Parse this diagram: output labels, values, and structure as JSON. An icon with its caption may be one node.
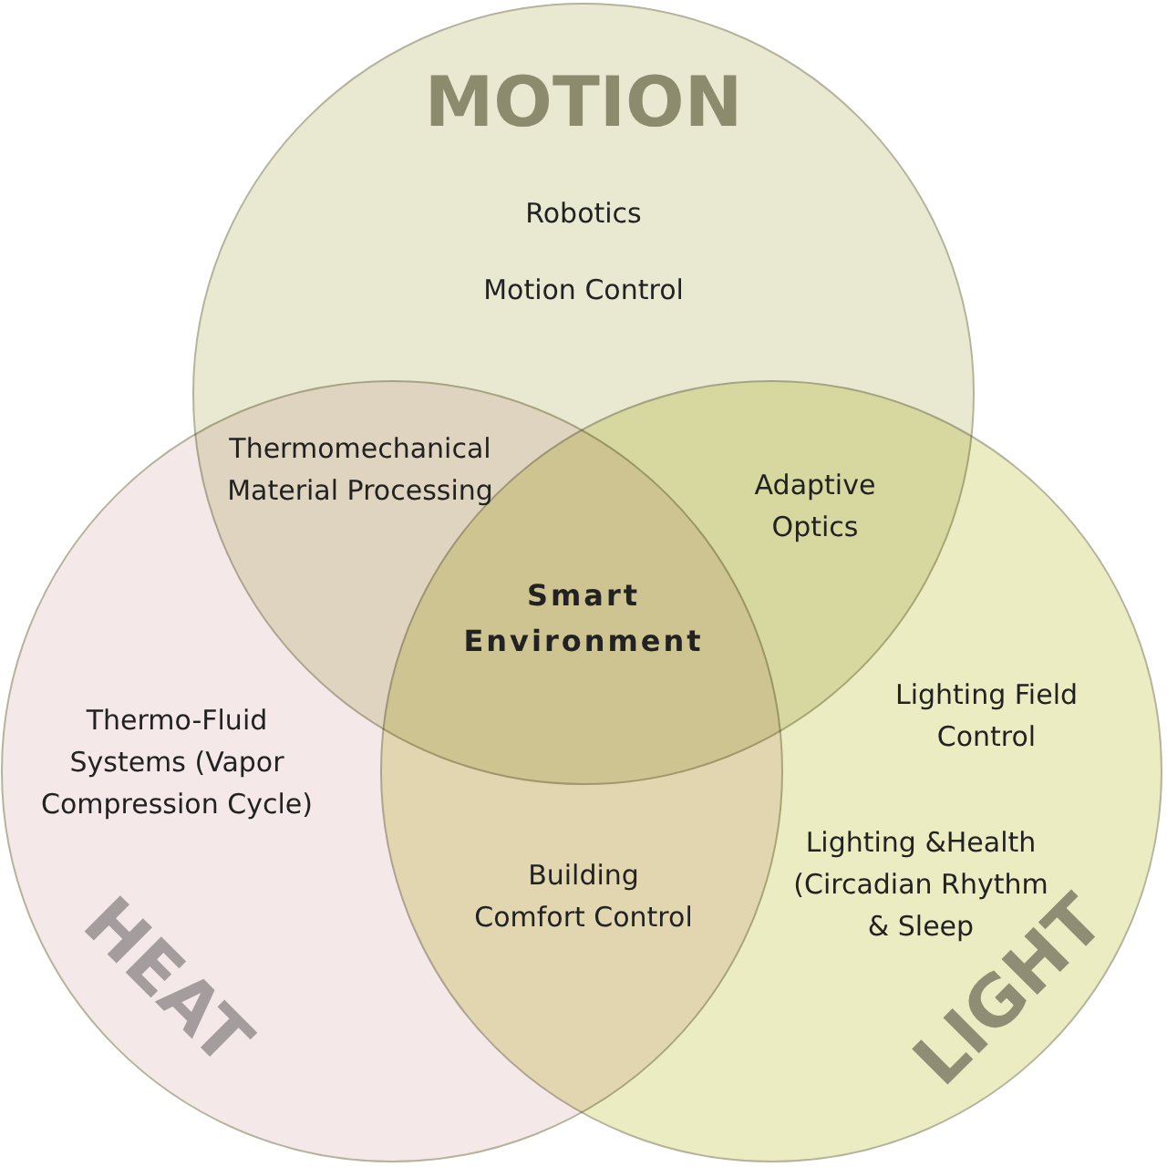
{
  "diagram": {
    "nodes": [
      {
        "text": [
          "MOTION",
          "Robotics",
          "Motion Control"
        ]
      },
      {
        "text": [
          "HEAT",
          "Thermo-Fluid Systems (Vapor Compression Cycle)"
        ]
      },
      {
        "text": [
          "LIGHT",
          "Lighting Field Control",
          "Lighting &Health (Circadian Rhythm & Sleep"
        ]
      }
    ],
    "edges": [],
    "labels": [
      "Thermomechanical Material Processing",
      "Adaptive Optics",
      "Smart Environment",
      "Building Comfort Control"
    ]
  }
}
